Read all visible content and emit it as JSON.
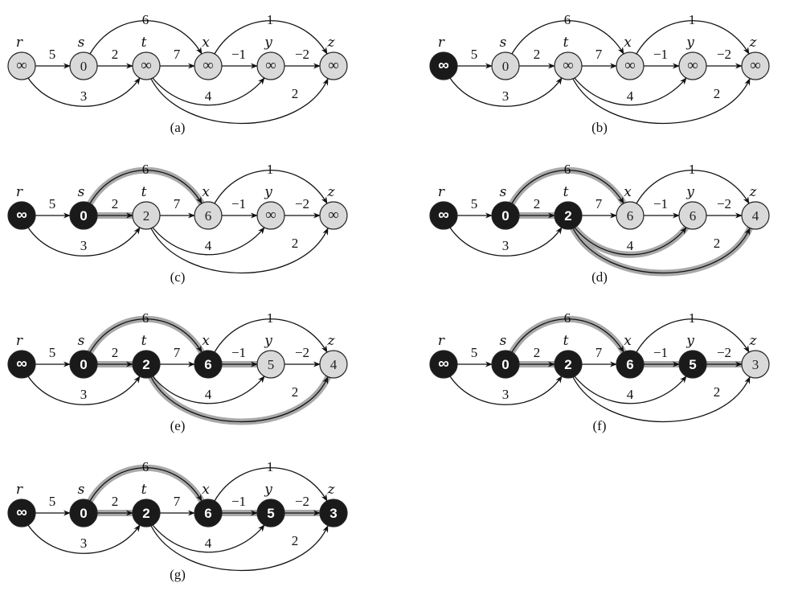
{
  "colors": {
    "black_node": "#1a1a1a",
    "gray_node": "#d9d9d9",
    "node_stroke": "#222222",
    "edge": "#111111",
    "highlight": "#a9a9a9"
  },
  "vertices": [
    "r",
    "s",
    "t",
    "x",
    "y",
    "z"
  ],
  "edges": [
    {
      "id": "r-s",
      "from": "r",
      "to": "s",
      "w": "5"
    },
    {
      "id": "s-t",
      "from": "s",
      "to": "t",
      "w": "2"
    },
    {
      "id": "t-x",
      "from": "t",
      "to": "x",
      "w": "7"
    },
    {
      "id": "x-y",
      "from": "x",
      "to": "y",
      "w": "−1"
    },
    {
      "id": "y-z",
      "from": "y",
      "to": "z",
      "w": "−2"
    },
    {
      "id": "s-x",
      "from": "s",
      "to": "x",
      "w": "6"
    },
    {
      "id": "x-z",
      "from": "x",
      "to": "z",
      "w": "1"
    },
    {
      "id": "r-t",
      "from": "r",
      "to": "t",
      "w": "3"
    },
    {
      "id": "t-y",
      "from": "t",
      "to": "y",
      "w": "4"
    },
    {
      "id": "t-z",
      "from": "t",
      "to": "z",
      "w": "2"
    }
  ],
  "panels": [
    {
      "caption": "(a)",
      "d": {
        "r": "∞",
        "s": "0",
        "t": "∞",
        "x": "∞",
        "y": "∞",
        "z": "∞"
      },
      "finished": [],
      "shaded": []
    },
    {
      "caption": "(b)",
      "d": {
        "r": "∞",
        "s": "0",
        "t": "∞",
        "x": "∞",
        "y": "∞",
        "z": "∞"
      },
      "finished": [
        "r"
      ],
      "shaded": []
    },
    {
      "caption": "(c)",
      "d": {
        "r": "∞",
        "s": "0",
        "t": "2",
        "x": "6",
        "y": "∞",
        "z": "∞"
      },
      "finished": [
        "r",
        "s"
      ],
      "shaded": [
        "s-t",
        "s-x"
      ]
    },
    {
      "caption": "(d)",
      "d": {
        "r": "∞",
        "s": "0",
        "t": "2",
        "x": "6",
        "y": "6",
        "z": "4"
      },
      "finished": [
        "r",
        "s",
        "t"
      ],
      "shaded": [
        "s-t",
        "s-x",
        "t-y",
        "t-z"
      ]
    },
    {
      "caption": "(e)",
      "d": {
        "r": "∞",
        "s": "0",
        "t": "2",
        "x": "6",
        "y": "5",
        "z": "4"
      },
      "finished": [
        "r",
        "s",
        "t",
        "x"
      ],
      "shaded": [
        "s-t",
        "s-x",
        "x-y",
        "t-z"
      ]
    },
    {
      "caption": "(f)",
      "d": {
        "r": "∞",
        "s": "0",
        "t": "2",
        "x": "6",
        "y": "5",
        "z": "3"
      },
      "finished": [
        "r",
        "s",
        "t",
        "x",
        "y"
      ],
      "shaded": [
        "s-t",
        "s-x",
        "x-y",
        "y-z"
      ]
    },
    {
      "caption": "(g)",
      "d": {
        "r": "∞",
        "s": "0",
        "t": "2",
        "x": "6",
        "y": "5",
        "z": "3"
      },
      "finished": [
        "r",
        "s",
        "t",
        "x",
        "y",
        "z"
      ],
      "shaded": [
        "s-t",
        "s-x",
        "x-y",
        "y-z"
      ]
    }
  ]
}
